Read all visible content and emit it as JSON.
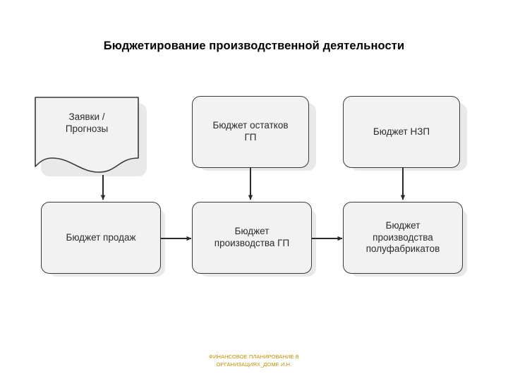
{
  "title": "Бюджетирование производственной деятельности",
  "footer": {
    "line1": "ФИНАНСОВОЕ ПЛАНИРОВАНИЕ В",
    "line2": "ОРГАНИЗАЦИЯХ_ДОМЕ И.Н.",
    "color": "#bf9000"
  },
  "diagram": {
    "type": "flowchart",
    "nodes": [
      {
        "id": "requests",
        "label": "Заявки /\nПрогнозы",
        "shape": "document"
      },
      {
        "id": "stock-budget",
        "label": "Бюджет остатков\nГП",
        "shape": "rounded-rect"
      },
      {
        "id": "wip-budget",
        "label": "Бюджет НЗП",
        "shape": "rounded-rect"
      },
      {
        "id": "sales-budget",
        "label": "Бюджет продаж",
        "shape": "rounded-rect"
      },
      {
        "id": "fg-production",
        "label": "Бюджет\nпроизводства ГП",
        "shape": "rounded-rect"
      },
      {
        "id": "semi-production",
        "label": "Бюджет\nпроизводства\nполуфабрикатов",
        "shape": "rounded-rect"
      }
    ],
    "edges": [
      {
        "from": "requests",
        "to": "sales-budget"
      },
      {
        "from": "stock-budget",
        "to": "fg-production"
      },
      {
        "from": "wip-budget",
        "to": "semi-production"
      },
      {
        "from": "sales-budget",
        "to": "fg-production"
      },
      {
        "from": "fg-production",
        "to": "semi-production"
      }
    ],
    "colors": {
      "node_fill": "#f2f2f2",
      "node_border": "#3a3a3a",
      "shadow": "#e9e9e9",
      "text": "#2b2b2b",
      "arrow": "#2b2b2b"
    }
  }
}
